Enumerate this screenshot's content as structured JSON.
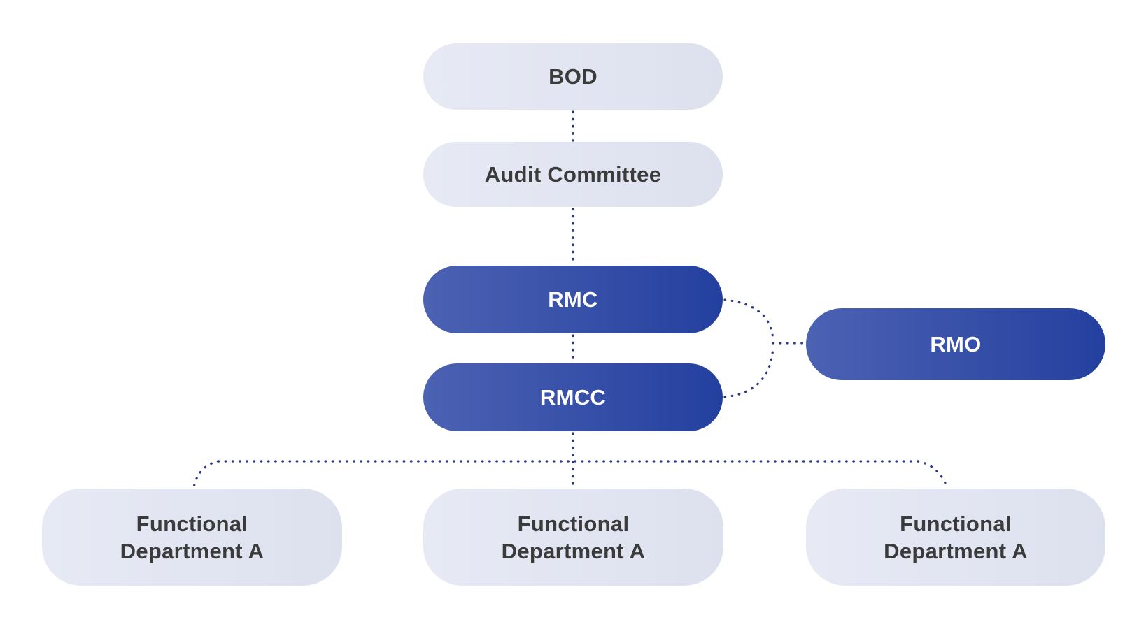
{
  "diagram": {
    "nodes": {
      "bod": {
        "label": "BOD"
      },
      "audit": {
        "label": "Audit Committee"
      },
      "rmc": {
        "label": "RMC"
      },
      "rmcc": {
        "label": "RMCC"
      },
      "rmo": {
        "label": "RMO"
      },
      "dept1": {
        "label": "Functional\nDepartment A"
      },
      "dept2": {
        "label": "Functional\nDepartment A"
      },
      "dept3": {
        "label": "Functional\nDepartment A"
      }
    },
    "connections": [
      "BOD - Audit Committee",
      "Audit Committee - RMC",
      "RMC - RMCC",
      "RMC/RMCC - RMO",
      "RMCC - Functional Department A (x3)"
    ]
  },
  "colors": {
    "node_light_bg_start": "#e7eaf5",
    "node_light_bg_end": "#dde1ee",
    "node_dark_bg_start": "#4c62b3",
    "node_dark_bg_end": "#24409f",
    "node_light_text": "#3b3b3b",
    "node_dark_text": "#ffffff",
    "connector": "#2c3788"
  }
}
